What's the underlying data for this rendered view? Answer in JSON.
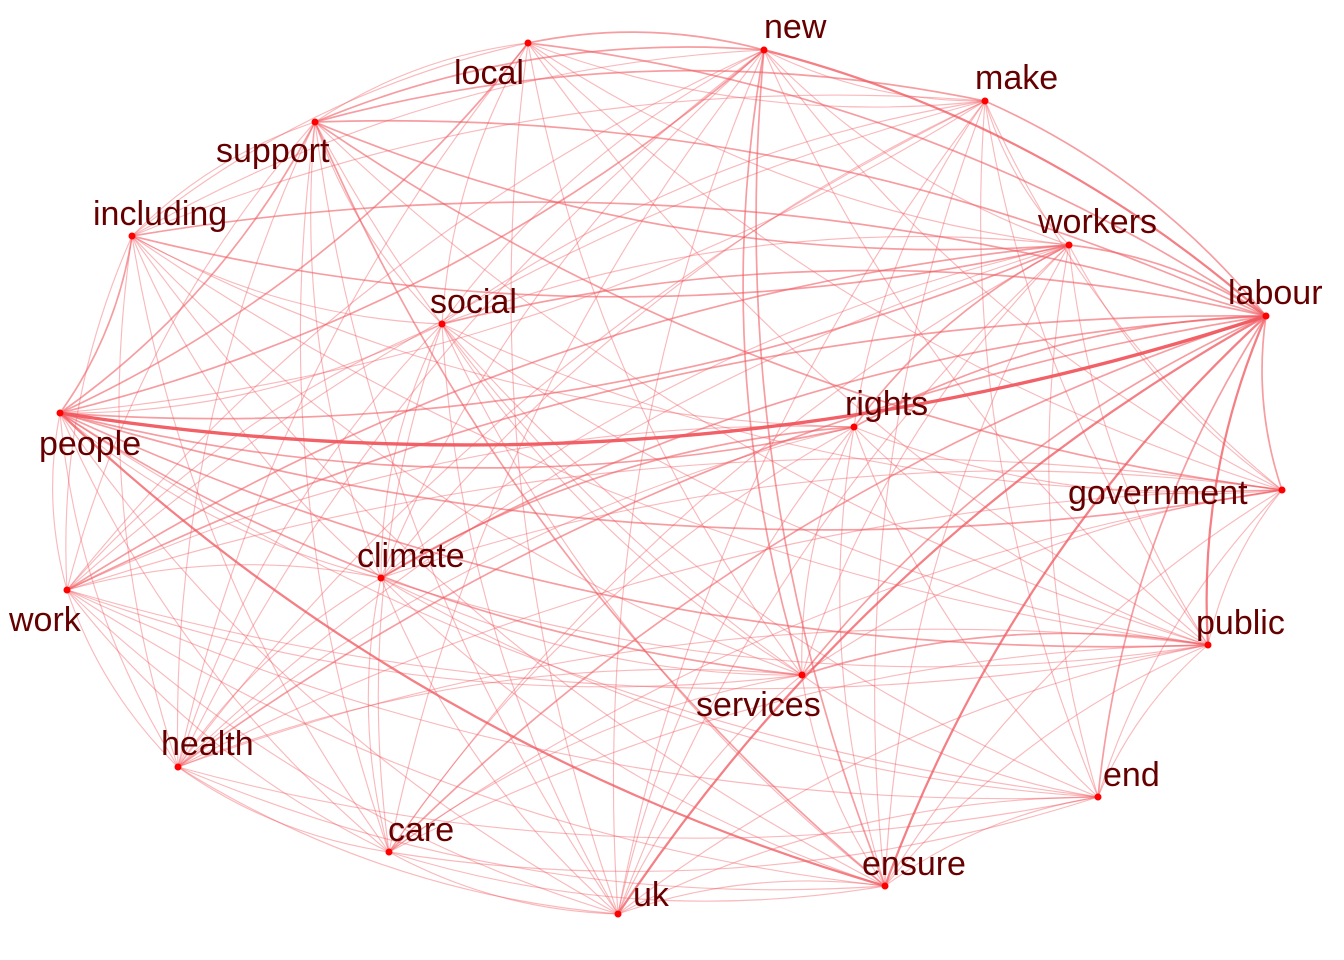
{
  "network": {
    "edge_color": "#f0585f",
    "node_color": "#ff0000",
    "label_color": "#660000",
    "nodes": [
      {
        "id": "new",
        "label": "new"
      },
      {
        "id": "local",
        "label": "local"
      },
      {
        "id": "make",
        "label": "make"
      },
      {
        "id": "support",
        "label": "support"
      },
      {
        "id": "including",
        "label": "including"
      },
      {
        "id": "workers",
        "label": "workers"
      },
      {
        "id": "social",
        "label": "social"
      },
      {
        "id": "labour",
        "label": "labour"
      },
      {
        "id": "people",
        "label": "people"
      },
      {
        "id": "rights",
        "label": "rights"
      },
      {
        "id": "government",
        "label": "government"
      },
      {
        "id": "climate",
        "label": "climate"
      },
      {
        "id": "work",
        "label": "work"
      },
      {
        "id": "public",
        "label": "public"
      },
      {
        "id": "services",
        "label": "services"
      },
      {
        "id": "health",
        "label": "health"
      },
      {
        "id": "end",
        "label": "end"
      },
      {
        "id": "care",
        "label": "care"
      },
      {
        "id": "ensure",
        "label": "ensure"
      },
      {
        "id": "uk",
        "label": "uk"
      }
    ],
    "edges": [
      {
        "source": "people",
        "target": "labour",
        "weight": 5
      },
      {
        "source": "people",
        "target": "workers",
        "weight": 2
      },
      {
        "source": "people",
        "target": "new",
        "weight": 2
      },
      {
        "source": "people",
        "target": "support",
        "weight": 2
      },
      {
        "source": "people",
        "target": "including",
        "weight": 2
      },
      {
        "source": "people",
        "target": "local",
        "weight": 2
      },
      {
        "source": "people",
        "target": "make",
        "weight": 1
      },
      {
        "source": "people",
        "target": "social",
        "weight": 1
      },
      {
        "source": "people",
        "target": "rights",
        "weight": 2
      },
      {
        "source": "people",
        "target": "government",
        "weight": 2
      },
      {
        "source": "people",
        "target": "public",
        "weight": 2
      },
      {
        "source": "people",
        "target": "services",
        "weight": 2
      },
      {
        "source": "people",
        "target": "ensure",
        "weight": 3
      },
      {
        "source": "people",
        "target": "uk",
        "weight": 1
      },
      {
        "source": "people",
        "target": "work",
        "weight": 1
      },
      {
        "source": "people",
        "target": "health",
        "weight": 1
      },
      {
        "source": "people",
        "target": "care",
        "weight": 1
      },
      {
        "source": "people",
        "target": "end",
        "weight": 1
      },
      {
        "source": "people",
        "target": "climate",
        "weight": 1
      },
      {
        "source": "labour",
        "target": "new",
        "weight": 3
      },
      {
        "source": "labour",
        "target": "make",
        "weight": 2
      },
      {
        "source": "labour",
        "target": "workers",
        "weight": 2
      },
      {
        "source": "labour",
        "target": "support",
        "weight": 2
      },
      {
        "source": "labour",
        "target": "local",
        "weight": 2
      },
      {
        "source": "labour",
        "target": "including",
        "weight": 2
      },
      {
        "source": "labour",
        "target": "social",
        "weight": 2
      },
      {
        "source": "labour",
        "target": "rights",
        "weight": 2
      },
      {
        "source": "labour",
        "target": "government",
        "weight": 2
      },
      {
        "source": "labour",
        "target": "public",
        "weight": 3
      },
      {
        "source": "labour",
        "target": "services",
        "weight": 2
      },
      {
        "source": "labour",
        "target": "ensure",
        "weight": 3
      },
      {
        "source": "labour",
        "target": "uk",
        "weight": 3
      },
      {
        "source": "labour",
        "target": "end",
        "weight": 2
      },
      {
        "source": "labour",
        "target": "work",
        "weight": 2
      },
      {
        "source": "labour",
        "target": "health",
        "weight": 2
      },
      {
        "source": "labour",
        "target": "care",
        "weight": 2
      },
      {
        "source": "labour",
        "target": "climate",
        "weight": 2
      },
      {
        "source": "new",
        "target": "local",
        "weight": 2
      },
      {
        "source": "new",
        "target": "make",
        "weight": 1
      },
      {
        "source": "new",
        "target": "support",
        "weight": 2
      },
      {
        "source": "new",
        "target": "including",
        "weight": 1
      },
      {
        "source": "new",
        "target": "workers",
        "weight": 1
      },
      {
        "source": "new",
        "target": "social",
        "weight": 1
      },
      {
        "source": "new",
        "target": "services",
        "weight": 2
      },
      {
        "source": "new",
        "target": "ensure",
        "weight": 2
      },
      {
        "source": "new",
        "target": "government",
        "weight": 1
      },
      {
        "source": "new",
        "target": "public",
        "weight": 1
      },
      {
        "source": "new",
        "target": "health",
        "weight": 1
      },
      {
        "source": "new",
        "target": "care",
        "weight": 1
      },
      {
        "source": "new",
        "target": "uk",
        "weight": 1
      },
      {
        "source": "new",
        "target": "work",
        "weight": 1
      },
      {
        "source": "new",
        "target": "climate",
        "weight": 1
      },
      {
        "source": "local",
        "target": "support",
        "weight": 1
      },
      {
        "source": "local",
        "target": "including",
        "weight": 1
      },
      {
        "source": "local",
        "target": "make",
        "weight": 1
      },
      {
        "source": "local",
        "target": "services",
        "weight": 1
      },
      {
        "source": "local",
        "target": "government",
        "weight": 1
      },
      {
        "source": "local",
        "target": "public",
        "weight": 1
      },
      {
        "source": "local",
        "target": "social",
        "weight": 1
      },
      {
        "source": "local",
        "target": "health",
        "weight": 1
      },
      {
        "source": "local",
        "target": "uk",
        "weight": 1
      },
      {
        "source": "local",
        "target": "workers",
        "weight": 1
      },
      {
        "source": "make",
        "target": "support",
        "weight": 2
      },
      {
        "source": "make",
        "target": "workers",
        "weight": 1
      },
      {
        "source": "make",
        "target": "work",
        "weight": 1
      },
      {
        "source": "make",
        "target": "including",
        "weight": 1
      },
      {
        "source": "make",
        "target": "rights",
        "weight": 1
      },
      {
        "source": "make",
        "target": "government",
        "weight": 1
      },
      {
        "source": "make",
        "target": "public",
        "weight": 1
      },
      {
        "source": "make",
        "target": "ensure",
        "weight": 1
      },
      {
        "source": "make",
        "target": "health",
        "weight": 1
      },
      {
        "source": "make",
        "target": "climate",
        "weight": 1
      },
      {
        "source": "make",
        "target": "uk",
        "weight": 1
      },
      {
        "source": "make",
        "target": "end",
        "weight": 1
      },
      {
        "source": "make",
        "target": "social",
        "weight": 1
      },
      {
        "source": "support",
        "target": "including",
        "weight": 1
      },
      {
        "source": "support",
        "target": "workers",
        "weight": 2
      },
      {
        "source": "support",
        "target": "government",
        "weight": 2
      },
      {
        "source": "support",
        "target": "social",
        "weight": 1
      },
      {
        "source": "support",
        "target": "services",
        "weight": 1
      },
      {
        "source": "support",
        "target": "ensure",
        "weight": 2
      },
      {
        "source": "support",
        "target": "public",
        "weight": 1
      },
      {
        "source": "support",
        "target": "health",
        "weight": 1
      },
      {
        "source": "support",
        "target": "care",
        "weight": 1
      },
      {
        "source": "support",
        "target": "climate",
        "weight": 1
      },
      {
        "source": "support",
        "target": "work",
        "weight": 1
      },
      {
        "source": "support",
        "target": "uk",
        "weight": 1
      },
      {
        "source": "including",
        "target": "workers",
        "weight": 2
      },
      {
        "source": "including",
        "target": "social",
        "weight": 1
      },
      {
        "source": "including",
        "target": "rights",
        "weight": 1
      },
      {
        "source": "including",
        "target": "work",
        "weight": 1
      },
      {
        "source": "including",
        "target": "health",
        "weight": 1
      },
      {
        "source": "including",
        "target": "care",
        "weight": 1
      },
      {
        "source": "including",
        "target": "services",
        "weight": 1
      },
      {
        "source": "including",
        "target": "ensure",
        "weight": 1
      },
      {
        "source": "including",
        "target": "climate",
        "weight": 1
      },
      {
        "source": "including",
        "target": "public",
        "weight": 1
      },
      {
        "source": "workers",
        "target": "rights",
        "weight": 2
      },
      {
        "source": "workers",
        "target": "work",
        "weight": 2
      },
      {
        "source": "workers",
        "target": "government",
        "weight": 1
      },
      {
        "source": "workers",
        "target": "public",
        "weight": 1
      },
      {
        "source": "workers",
        "target": "health",
        "weight": 1
      },
      {
        "source": "workers",
        "target": "ensure",
        "weight": 1
      },
      {
        "source": "workers",
        "target": "uk",
        "weight": 1
      },
      {
        "source": "workers",
        "target": "end",
        "weight": 1
      },
      {
        "source": "workers",
        "target": "social",
        "weight": 1
      },
      {
        "source": "workers",
        "target": "care",
        "weight": 1
      },
      {
        "source": "workers",
        "target": "climate",
        "weight": 1
      },
      {
        "source": "workers",
        "target": "services",
        "weight": 1
      },
      {
        "source": "social",
        "target": "care",
        "weight": 1
      },
      {
        "source": "social",
        "target": "services",
        "weight": 1
      },
      {
        "source": "social",
        "target": "ensure",
        "weight": 1
      },
      {
        "source": "social",
        "target": "health",
        "weight": 1
      },
      {
        "source": "social",
        "target": "public",
        "weight": 1
      },
      {
        "source": "social",
        "target": "end",
        "weight": 1
      },
      {
        "source": "social",
        "target": "work",
        "weight": 1
      },
      {
        "source": "social",
        "target": "uk",
        "weight": 1
      },
      {
        "source": "social",
        "target": "climate",
        "weight": 1
      },
      {
        "source": "social",
        "target": "government",
        "weight": 1
      },
      {
        "source": "rights",
        "target": "climate",
        "weight": 2
      },
      {
        "source": "rights",
        "target": "services",
        "weight": 1
      },
      {
        "source": "rights",
        "target": "work",
        "weight": 1
      },
      {
        "source": "rights",
        "target": "ensure",
        "weight": 1
      },
      {
        "source": "rights",
        "target": "care",
        "weight": 1
      },
      {
        "source": "rights",
        "target": "end",
        "weight": 1
      },
      {
        "source": "rights",
        "target": "health",
        "weight": 1
      },
      {
        "source": "rights",
        "target": "uk",
        "weight": 1
      },
      {
        "source": "rights",
        "target": "government",
        "weight": 1
      },
      {
        "source": "rights",
        "target": "public",
        "weight": 1
      },
      {
        "source": "government",
        "target": "public",
        "weight": 1
      },
      {
        "source": "government",
        "target": "services",
        "weight": 1
      },
      {
        "source": "government",
        "target": "work",
        "weight": 1
      },
      {
        "source": "government",
        "target": "health",
        "weight": 1
      },
      {
        "source": "government",
        "target": "end",
        "weight": 1
      },
      {
        "source": "government",
        "target": "ensure",
        "weight": 1
      },
      {
        "source": "government",
        "target": "care",
        "weight": 1
      },
      {
        "source": "government",
        "target": "climate",
        "weight": 1
      },
      {
        "source": "climate",
        "target": "services",
        "weight": 1
      },
      {
        "source": "climate",
        "target": "ensure",
        "weight": 1
      },
      {
        "source": "climate",
        "target": "health",
        "weight": 1
      },
      {
        "source": "climate",
        "target": "care",
        "weight": 1
      },
      {
        "source": "climate",
        "target": "end",
        "weight": 1
      },
      {
        "source": "climate",
        "target": "public",
        "weight": 1
      },
      {
        "source": "climate",
        "target": "work",
        "weight": 1
      },
      {
        "source": "climate",
        "target": "uk",
        "weight": 1
      },
      {
        "source": "work",
        "target": "health",
        "weight": 1
      },
      {
        "source": "work",
        "target": "care",
        "weight": 1
      },
      {
        "source": "work",
        "target": "public",
        "weight": 1
      },
      {
        "source": "work",
        "target": "services",
        "weight": 1
      },
      {
        "source": "work",
        "target": "ensure",
        "weight": 1
      },
      {
        "source": "work",
        "target": "end",
        "weight": 1
      },
      {
        "source": "work",
        "target": "uk",
        "weight": 1
      },
      {
        "source": "public",
        "target": "services",
        "weight": 2
      },
      {
        "source": "public",
        "target": "health",
        "weight": 1
      },
      {
        "source": "public",
        "target": "care",
        "weight": 1
      },
      {
        "source": "public",
        "target": "ensure",
        "weight": 1
      },
      {
        "source": "public",
        "target": "end",
        "weight": 1
      },
      {
        "source": "public",
        "target": "uk",
        "weight": 1
      },
      {
        "source": "services",
        "target": "health",
        "weight": 1
      },
      {
        "source": "services",
        "target": "care",
        "weight": 1
      },
      {
        "source": "services",
        "target": "ensure",
        "weight": 1
      },
      {
        "source": "services",
        "target": "uk",
        "weight": 1
      },
      {
        "source": "services",
        "target": "end",
        "weight": 1
      },
      {
        "source": "health",
        "target": "care",
        "weight": 1
      },
      {
        "source": "health",
        "target": "ensure",
        "weight": 1
      },
      {
        "source": "health",
        "target": "uk",
        "weight": 1
      },
      {
        "source": "health",
        "target": "end",
        "weight": 1
      },
      {
        "source": "care",
        "target": "ensure",
        "weight": 1
      },
      {
        "source": "care",
        "target": "uk",
        "weight": 1
      },
      {
        "source": "care",
        "target": "end",
        "weight": 1
      },
      {
        "source": "end",
        "target": "ensure",
        "weight": 1
      },
      {
        "source": "end",
        "target": "uk",
        "weight": 1
      },
      {
        "source": "ensure",
        "target": "uk",
        "weight": 1
      }
    ]
  }
}
